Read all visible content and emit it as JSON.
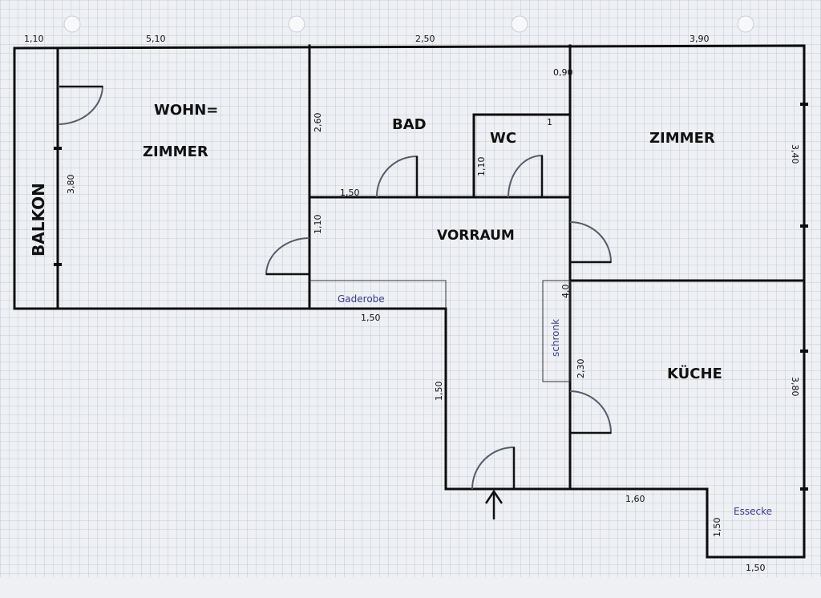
{
  "rooms": {
    "wohnzimmer_line1": "WOHN=",
    "wohnzimmer_line2": "ZIMMER",
    "balkon": "BALKON",
    "bad": "BAD",
    "wc": "WC",
    "zimmer": "ZIMMER",
    "vorraum": "VORRAUM",
    "kueche": "KÜCHE"
  },
  "notes": {
    "garderobe": "Gaderobe",
    "schrank": "schronk",
    "essecke": "Essecke"
  },
  "dimensions": {
    "top_balkon": "1,10",
    "top_wohnzimmer": "5,10",
    "top_middle": "2,50",
    "top_zimmer": "3,90",
    "zimmer_notch": "0,90",
    "wohnzimmer_height": "3,80",
    "bad_height": "2,60",
    "wc_label": "1",
    "wc_height": "1,10",
    "bad_bottom": "1,50",
    "vorraum_left_door": "1,10",
    "garderobe_width": "1,50",
    "corridor_height": "1,50",
    "schrank_top": "4,0",
    "kueche_wall": "2,30",
    "zimmer_height": "3,40",
    "kueche_height": "3,80",
    "kueche_bottom": "1,60",
    "essecke_height": "1,50",
    "essecke_width": "1,50"
  },
  "colors": {
    "paper": "#eef0f4",
    "grid": "#b8bfcc",
    "ink": "#0d0d0d",
    "pencil": "#3a3d88"
  },
  "icons": {
    "entrance": "up-arrow-icon"
  }
}
